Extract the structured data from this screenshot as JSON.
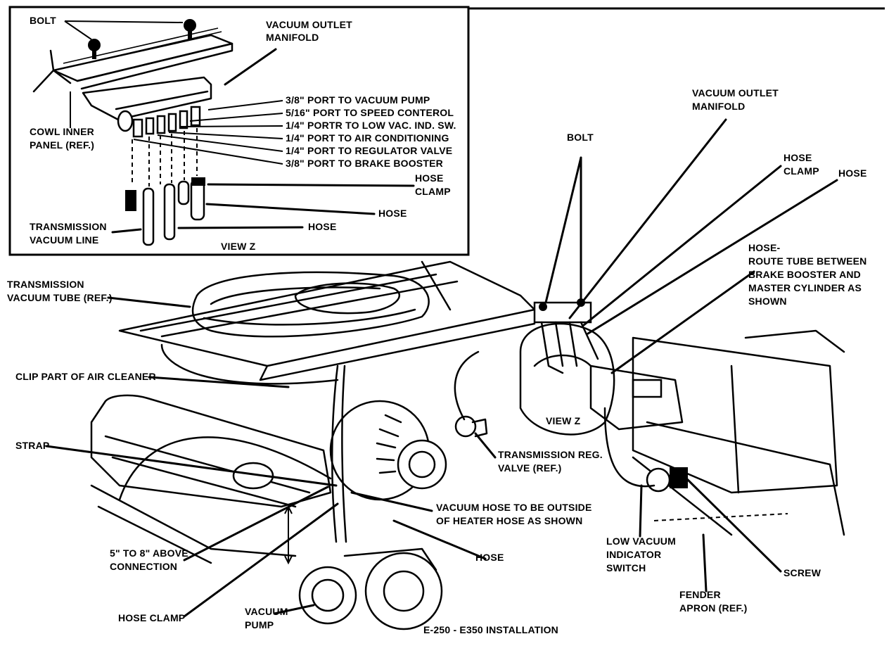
{
  "colors": {
    "ink": "#000000",
    "paper": "#ffffff"
  },
  "inset": {
    "bolt": "BOLT",
    "vacuum_outlet_manifold": [
      "VACUUM OUTLET",
      "MANIFOLD"
    ],
    "ports": [
      "3/8\" PORT TO VACUUM PUMP",
      "5/16\" PORT TO SPEED CONTEROL",
      "1/4\" PORTR TO LOW VAC. IND. SW.",
      "1/4\" PORT TO AIR CONDITIONING",
      "1/4\" PORT TO REGULATOR VALVE",
      "3/8\" PORT TO BRAKE BOOSTER"
    ],
    "cowl_inner_panel": [
      "COWL INNER",
      "PANEL (REF.)"
    ],
    "hose_clamp": [
      "HOSE",
      "CLAMP"
    ],
    "hose_1": "HOSE",
    "hose_2": "HOSE",
    "transmission_vacuum_line": [
      "TRANSMISSION",
      "VACUUM LINE"
    ],
    "view_label": "VIEW Z"
  },
  "main": {
    "transmission_vacuum_tube": [
      "TRANSMISSION",
      "VACUUM TUBE (REF.)"
    ],
    "clip_part_of_air_cleaner": "CLIP PART OF AIR CLEANER",
    "strap": "STRAP",
    "above_connection": [
      "5\" TO 8\" ABOVE",
      "CONNECTION"
    ],
    "hose_clamp": "HOSE CLAMP",
    "vacuum_pump": [
      "VACUUM",
      "PUMP"
    ],
    "installation": "E-250 - E350 INSTALLATION",
    "vacuum_hose_outside": [
      "VACUUM HOSE TO BE OUTSIDE",
      "OF HEATER HOSE AS SHOWN"
    ],
    "hose_lower": "HOSE",
    "transmission_reg_valve": [
      "TRANSMISSION REG.",
      "VALVE (REF.)"
    ],
    "view_z": "VIEW Z",
    "low_vacuum_indicator_switch": [
      "LOW VACUUM",
      "INDICATOR",
      "SWITCH"
    ],
    "fender_apron": [
      "FENDER",
      "APRON (REF.)"
    ],
    "screw": "SCREW",
    "bolt": "BOLT",
    "vacuum_outlet_manifold": [
      "VACUUM OUTLET",
      "MANIFOLD"
    ],
    "hose_clamp_right": [
      "HOSE",
      "CLAMP"
    ],
    "hose_right": "HOSE",
    "hose_route": [
      "HOSE-",
      "ROUTE TUBE BETWEEN",
      "BRAKE BOOSTER AND",
      "MASTER CYLINDER AS",
      "SHOWN"
    ]
  }
}
